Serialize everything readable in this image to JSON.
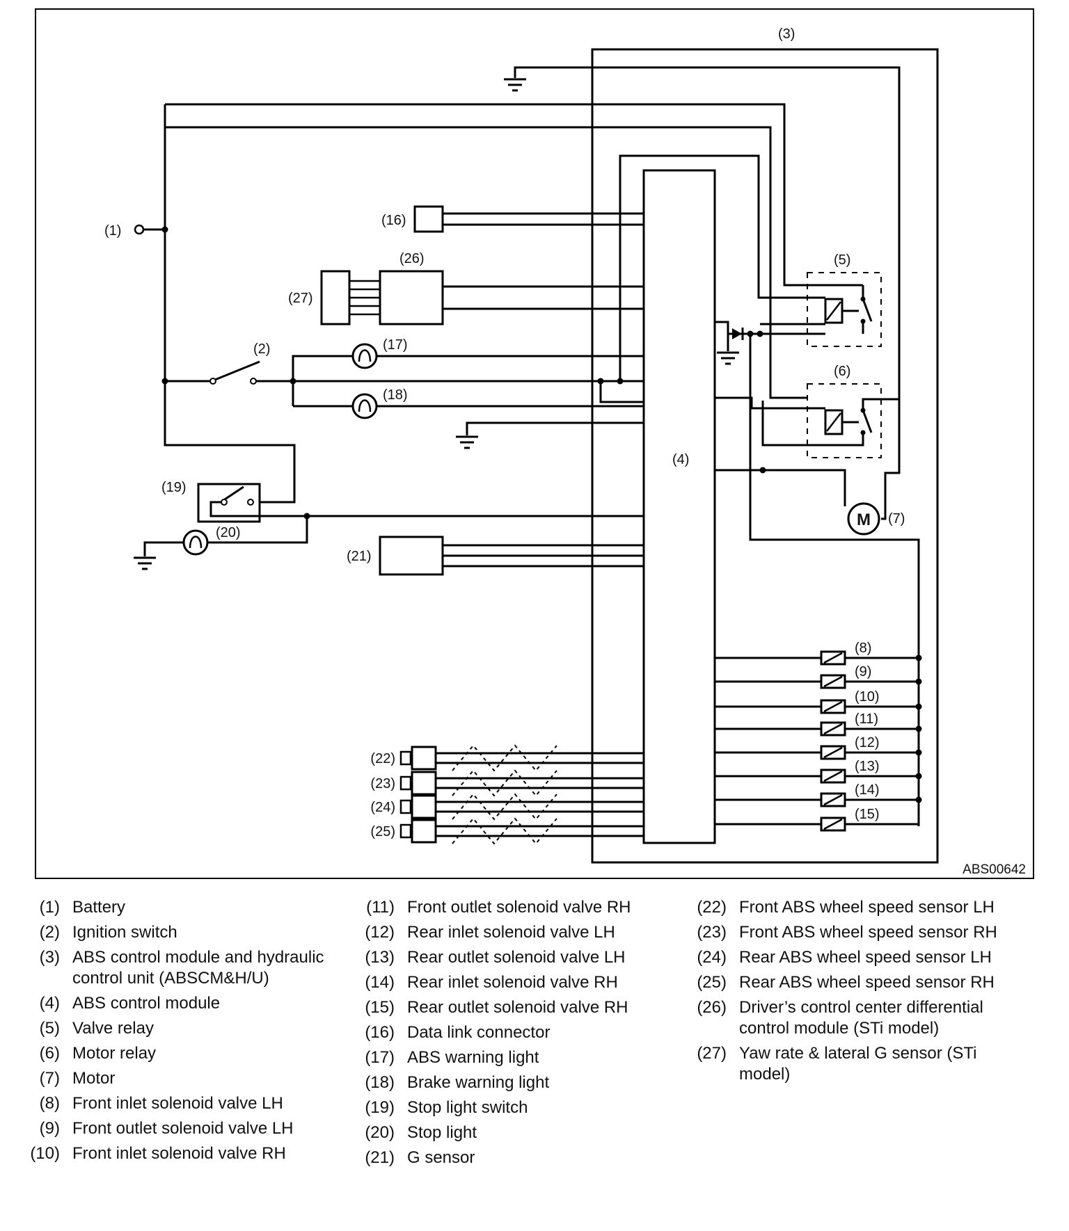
{
  "diagram_code": "ABS00642",
  "callouts": [
    "(1)",
    "(2)",
    "(3)",
    "(4)",
    "(5)",
    "(6)",
    "(7)",
    "(8)",
    "(9)",
    "(10)",
    "(11)",
    "(12)",
    "(13)",
    "(14)",
    "(15)",
    "(16)",
    "(17)",
    "(18)",
    "(19)",
    "(20)",
    "(21)",
    "(22)",
    "(23)",
    "(24)",
    "(25)",
    "(26)",
    "(27)"
  ],
  "motor_symbol": "M",
  "legend": [
    {
      "num": "(1)",
      "text": "Battery"
    },
    {
      "num": "(2)",
      "text": "Ignition switch"
    },
    {
      "num": "(3)",
      "text": "ABS control module and hydraulic control unit (ABSCM&H/U)"
    },
    {
      "num": "(4)",
      "text": "ABS control module"
    },
    {
      "num": "(5)",
      "text": "Valve relay"
    },
    {
      "num": "(6)",
      "text": "Motor relay"
    },
    {
      "num": "(7)",
      "text": "Motor"
    },
    {
      "num": "(8)",
      "text": "Front inlet solenoid valve LH"
    },
    {
      "num": "(9)",
      "text": "Front outlet solenoid valve LH"
    },
    {
      "num": "(10)",
      "text": "Front inlet solenoid valve RH"
    },
    {
      "num": "(11)",
      "text": "Front outlet solenoid valve RH"
    },
    {
      "num": "(12)",
      "text": "Rear inlet solenoid valve LH"
    },
    {
      "num": "(13)",
      "text": "Rear outlet solenoid valve LH"
    },
    {
      "num": "(14)",
      "text": "Rear inlet solenoid valve RH"
    },
    {
      "num": "(15)",
      "text": "Rear outlet solenoid valve RH"
    },
    {
      "num": "(16)",
      "text": "Data link connector"
    },
    {
      "num": "(17)",
      "text": "ABS warning light"
    },
    {
      "num": "(18)",
      "text": "Brake warning light"
    },
    {
      "num": "(19)",
      "text": "Stop light switch"
    },
    {
      "num": "(20)",
      "text": "Stop light"
    },
    {
      "num": "(21)",
      "text": "G sensor"
    },
    {
      "num": "(22)",
      "text": "Front ABS wheel speed sensor LH"
    },
    {
      "num": "(23)",
      "text": "Front ABS wheel speed sensor RH"
    },
    {
      "num": "(24)",
      "text": "Rear ABS wheel speed sensor LH"
    },
    {
      "num": "(25)",
      "text": "Rear ABS wheel speed sensor RH"
    },
    {
      "num": "(26)",
      "text": "Driver’s control center differential control module (STi model)"
    },
    {
      "num": "(27)",
      "text": "Yaw rate & lateral G sensor (STi model)"
    }
  ]
}
